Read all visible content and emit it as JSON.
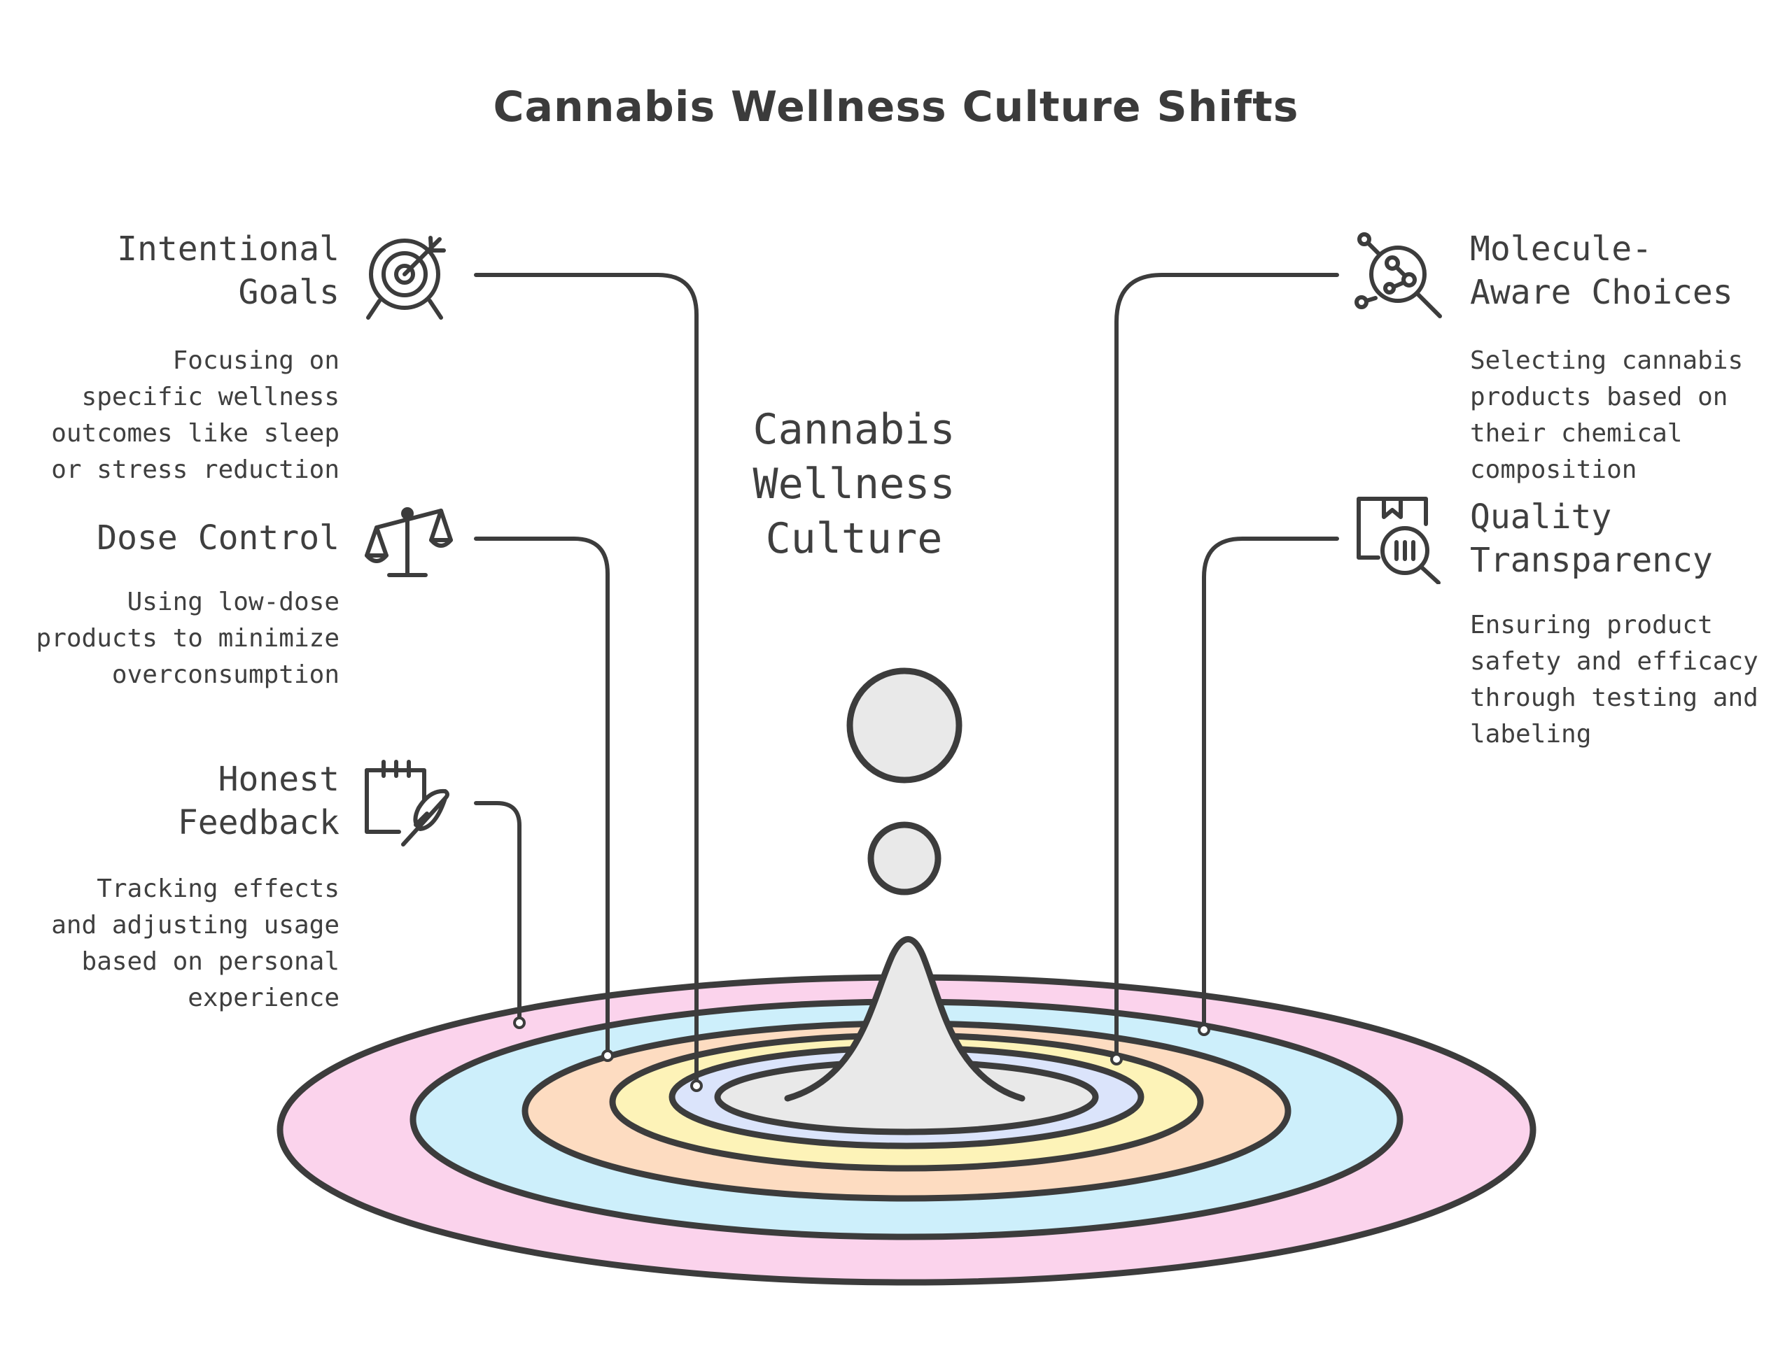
{
  "title": "Cannabis Wellness Culture Shifts",
  "center": {
    "line1": "Cannabis",
    "line2": "Wellness",
    "line3": "Culture"
  },
  "items": [
    {
      "heading_line1": "Intentional",
      "heading_line2": "Goals",
      "description": "Focusing on specific wellness outcomes like sleep or stress reduction",
      "icon": "target-icon"
    },
    {
      "heading_line1": "Dose Control",
      "heading_line2": "",
      "description": "Using low-dose products to minimize overconsumption",
      "icon": "scale-icon"
    },
    {
      "heading_line1": "Honest",
      "heading_line2": "Feedback",
      "description": "Tracking effects and adjusting usage based on personal experience",
      "icon": "notepad-feather-icon"
    },
    {
      "heading_line1": "Molecule-",
      "heading_line2": "Aware Choices",
      "description": "Selecting cannabis products based on their chemical composition",
      "icon": "molecule-magnifier-icon"
    },
    {
      "heading_line1": "Quality",
      "heading_line2": "Transparency",
      "description": "Ensuring product safety and efficacy through testing and labeling",
      "icon": "label-magnifier-icon"
    }
  ],
  "colors": {
    "ring_pink": "#fbd3ec",
    "ring_blue": "#cdeffb",
    "ring_orange": "#fddcc1",
    "ring_yellow": "#fdf3b8",
    "ring_lavender": "#dbe4fb",
    "drop_fill": "#e9e9e9",
    "stroke": "#3c3c3c"
  }
}
